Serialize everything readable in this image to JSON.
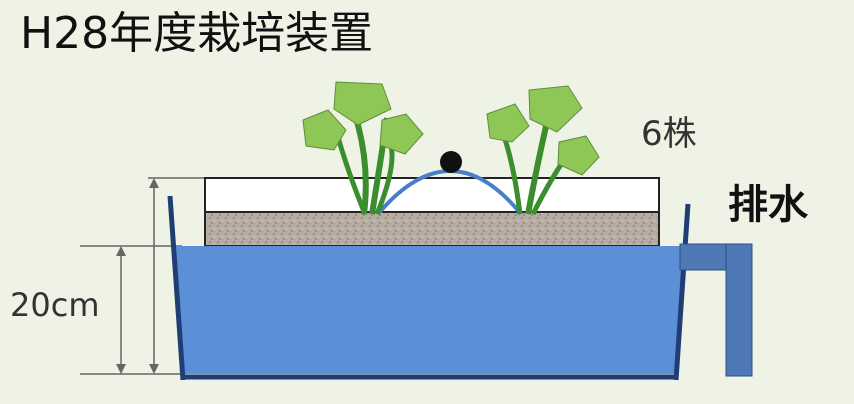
{
  "title": "H28年度栽培装置",
  "plant_count": "6株",
  "drain_label": "排水",
  "height_label": "20cm",
  "colors": {
    "background": "#eef3e6",
    "water": "#5b8fd6",
    "tank_edge": "#1f3e73",
    "drain_pipe": "#4f79b6",
    "soil": "#b7aca2",
    "leaf": "#8fc757",
    "stem": "#3a8e2d",
    "irrigation_tube": "#4a7fc8",
    "emitter": "#111111"
  }
}
